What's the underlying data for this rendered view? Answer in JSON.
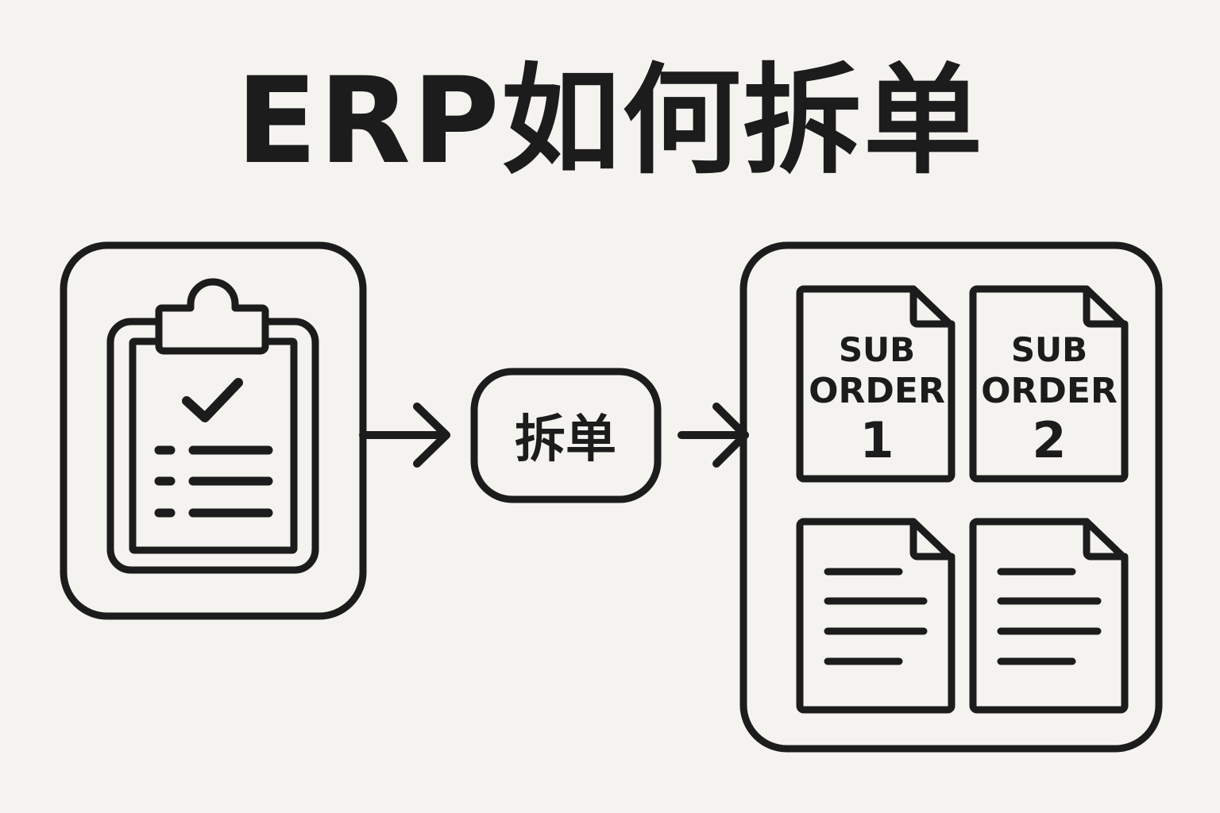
{
  "title": "ERP如何拆单",
  "colors": {
    "background": "#f4f3ef",
    "stroke": "#1c1c1c"
  },
  "source": {
    "icon": "clipboard-check-icon",
    "list_rows": 3
  },
  "process": {
    "label": "拆单"
  },
  "result": {
    "documents": [
      {
        "line1": "SUB",
        "line2": "ORDER",
        "number": "1"
      },
      {
        "line1": "SUB",
        "line2": "ORDER",
        "number": "2"
      },
      {
        "icon": "document-lines-icon"
      },
      {
        "icon": "document-lines-icon"
      }
    ]
  }
}
